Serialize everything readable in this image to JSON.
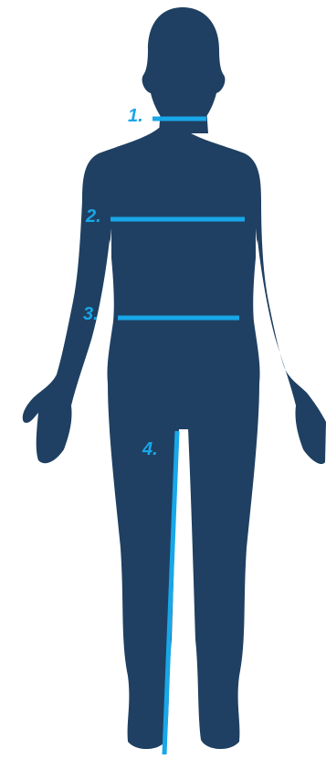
{
  "colors": {
    "body": "#1f4062",
    "measure_line": "#18a7e8",
    "label": "#18a7e8",
    "background": "#ffffff"
  },
  "markers": [
    {
      "id": "neck",
      "label": "1."
    },
    {
      "id": "chest",
      "label": "2."
    },
    {
      "id": "waist",
      "label": "3."
    },
    {
      "id": "inseam",
      "label": "4."
    }
  ]
}
